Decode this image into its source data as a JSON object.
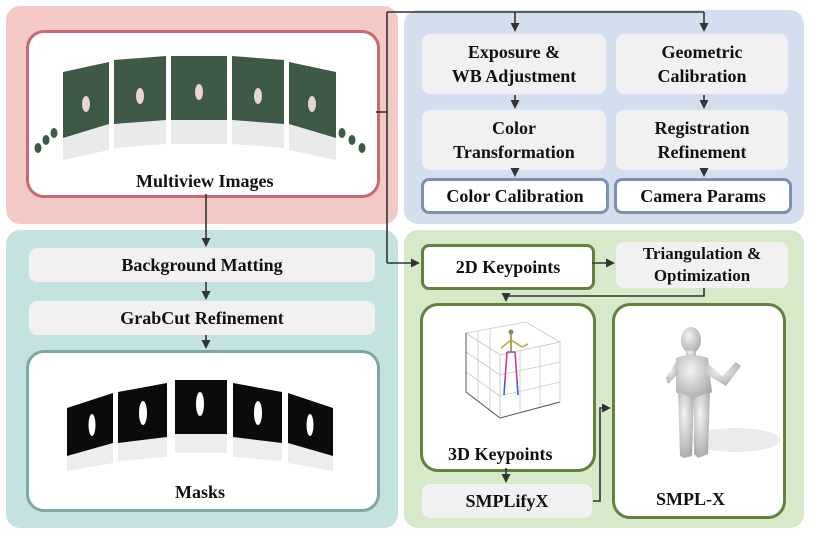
{
  "multiview": {
    "label": "Multiview Images"
  },
  "masks": {
    "label": "Masks"
  },
  "teal_steps": {
    "matting": "Background Matting",
    "grabcut": "GrabCut Refinement"
  },
  "blue_steps": {
    "exposure": "Exposure &\nWB Adjustment",
    "color_transform": "Color\nTransformation",
    "color_calib": "Color Calibration",
    "geometric": "Geometric\nCalibration",
    "registration": "Registration\nRefinement",
    "camera_params": "Camera Params"
  },
  "green_steps": {
    "kp2d": "2D Keypoints",
    "triangulation": "Triangulation &\nOptimization",
    "kp3d": "3D Keypoints",
    "smplifyx": "SMPLifyX",
    "smplx": "SMPL-X"
  },
  "colors": {
    "red_region": "#f3c9c6",
    "blue_region": "#d3deee",
    "teal_region": "#c4e2e0",
    "green_region": "#d6e9c8"
  }
}
